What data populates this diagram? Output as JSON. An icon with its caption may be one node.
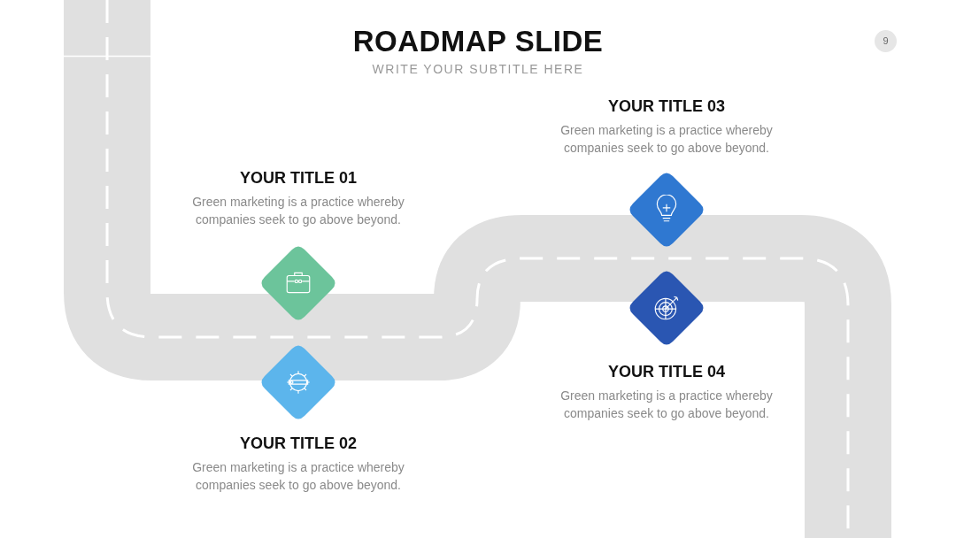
{
  "diagram": {
    "title": "ROADMAP SLIDE",
    "nodes": [
      {
        "text": [],
        "shape": "diamond",
        "beside": [
          "YOUR TITLE 01",
          "Green marketing is a practice whereby companies seek to go above beyond."
        ]
      },
      {
        "text": [],
        "shape": "diamond",
        "beside": [
          "YOUR TITLE 02",
          "Green marketing is a practice whereby companies seek to go above beyond."
        ]
      },
      {
        "text": [],
        "shape": "diamond",
        "beside": [
          "YOUR TITLE 03",
          "Green marketing is a practice whereby companies seek to go above beyond."
        ]
      },
      {
        "text": [],
        "shape": "diamond",
        "beside": [
          "YOUR TITLE 04",
          "Green marketing is a practice whereby companies seek to go above beyond."
        ]
      }
    ],
    "labels": [
      "WRITE YOUR SUBTITLE HERE",
      "9"
    ]
  }
}
